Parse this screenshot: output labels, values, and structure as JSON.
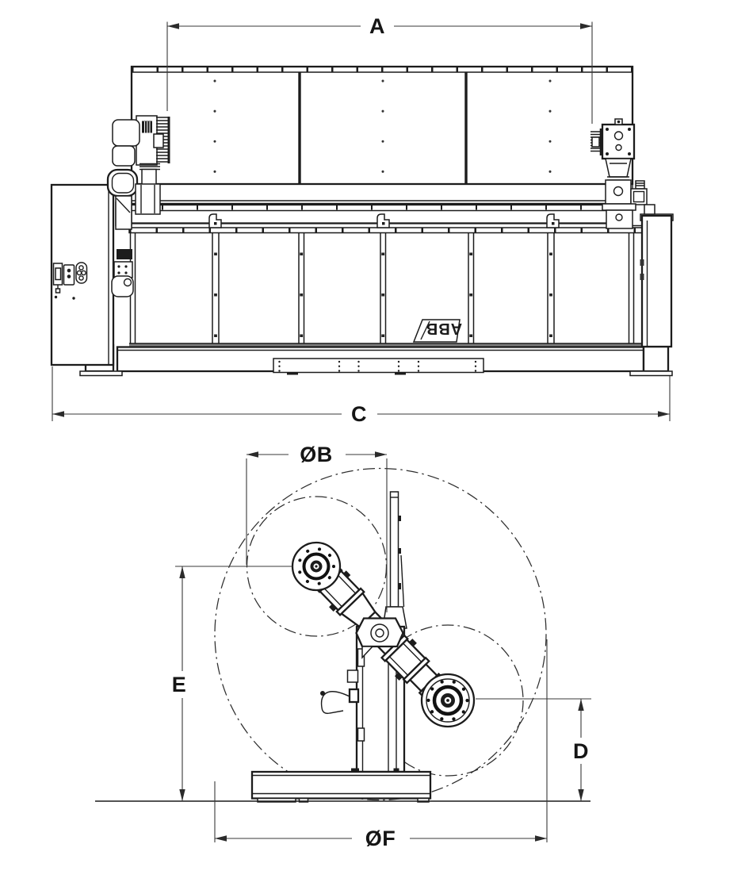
{
  "drawing": {
    "colors": {
      "background": "#ffffff",
      "line": "#1c1c1c",
      "dimension_line": "#383838",
      "rail_fill": "#7e7e7e"
    },
    "logo": {
      "text": "ABB"
    },
    "dimensions": {
      "a": {
        "label": "A"
      },
      "b": {
        "label": "ØB"
      },
      "c": {
        "label": "C"
      },
      "d": {
        "label": "D"
      },
      "e": {
        "label": "E"
      },
      "f": {
        "label": "ØF"
      }
    }
  }
}
